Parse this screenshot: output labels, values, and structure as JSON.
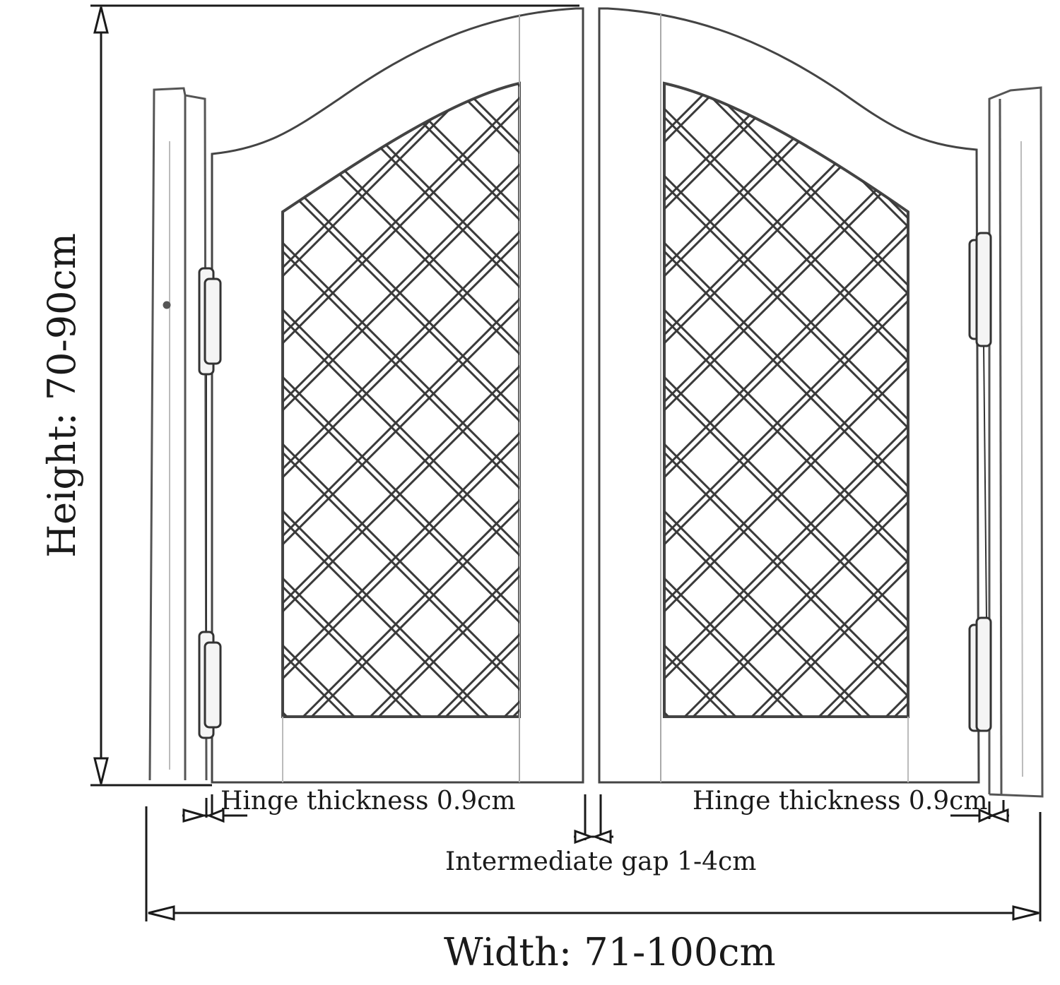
{
  "labels": {
    "height": "Height: 70-90cm",
    "width": "Width: 71-100cm",
    "hinge_left": "Hinge thickness 0.9cm",
    "hinge_right": "Hinge thickness 0.9cm",
    "gap": "Intermediate gap 1-4cm"
  },
  "colors": {
    "line": "#1a1a1a",
    "wood_line": "#6a6a6a",
    "lattice": "#3a3a3a",
    "background": "#ffffff"
  },
  "icons": {
    "dimension_arrow": "double-headed-arrow",
    "hinge": "door-hinge"
  }
}
